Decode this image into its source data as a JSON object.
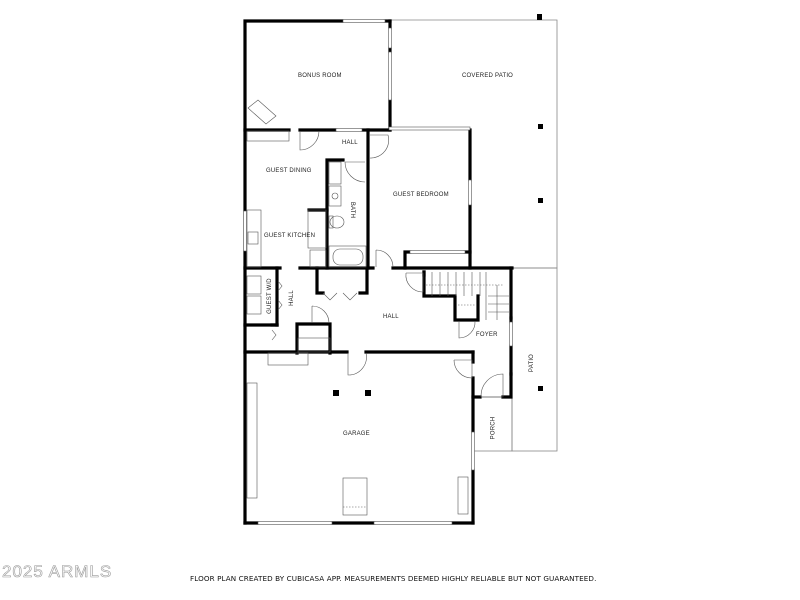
{
  "floor_plan": {
    "rooms": [
      {
        "id": "bonus-room",
        "label": "BONUS ROOM"
      },
      {
        "id": "covered-patio",
        "label": "COVERED PATIO"
      },
      {
        "id": "hall-upper",
        "label": "HALL"
      },
      {
        "id": "guest-dining",
        "label": "GUEST DINING"
      },
      {
        "id": "bath",
        "label": "BATH"
      },
      {
        "id": "guest-bedroom",
        "label": "GUEST BEDROOM"
      },
      {
        "id": "guest-kitchen",
        "label": "GUEST KITCHEN"
      },
      {
        "id": "guest-wd",
        "label": "GUEST W/D"
      },
      {
        "id": "hall-side",
        "label": "HALL"
      },
      {
        "id": "hall-main",
        "label": "HALL"
      },
      {
        "id": "foyer",
        "label": "FOYER"
      },
      {
        "id": "patio",
        "label": "PATIO"
      },
      {
        "id": "garage",
        "label": "GARAGE"
      },
      {
        "id": "porch",
        "label": "PORCH"
      }
    ]
  },
  "footer": {
    "watermark": "2025 ARMLS",
    "disclaimer": "FLOOR PLAN CREATED BY CUBICASA APP. MEASUREMENTS DEEMED HIGHLY RELIABLE BUT NOT GUARANTEED."
  },
  "colors": {
    "wall": "#000000",
    "thin_line": "#777777",
    "background": "#ffffff"
  }
}
